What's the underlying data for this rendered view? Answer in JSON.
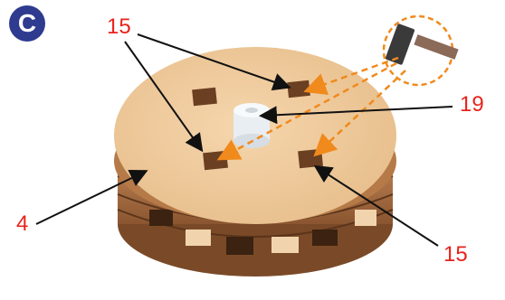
{
  "step": {
    "letter": "C"
  },
  "callouts": {
    "top_left": "15",
    "right": "19",
    "left": "4",
    "bottom_right": "15"
  },
  "colors": {
    "badge": "#2f3b8f",
    "callout_text": "#e8231c",
    "dashed_arrow": "#f08a1c",
    "wood_top": "#f0c89a",
    "wood_dark": "#6e4528"
  },
  "icons": [
    "hammer-icon"
  ]
}
